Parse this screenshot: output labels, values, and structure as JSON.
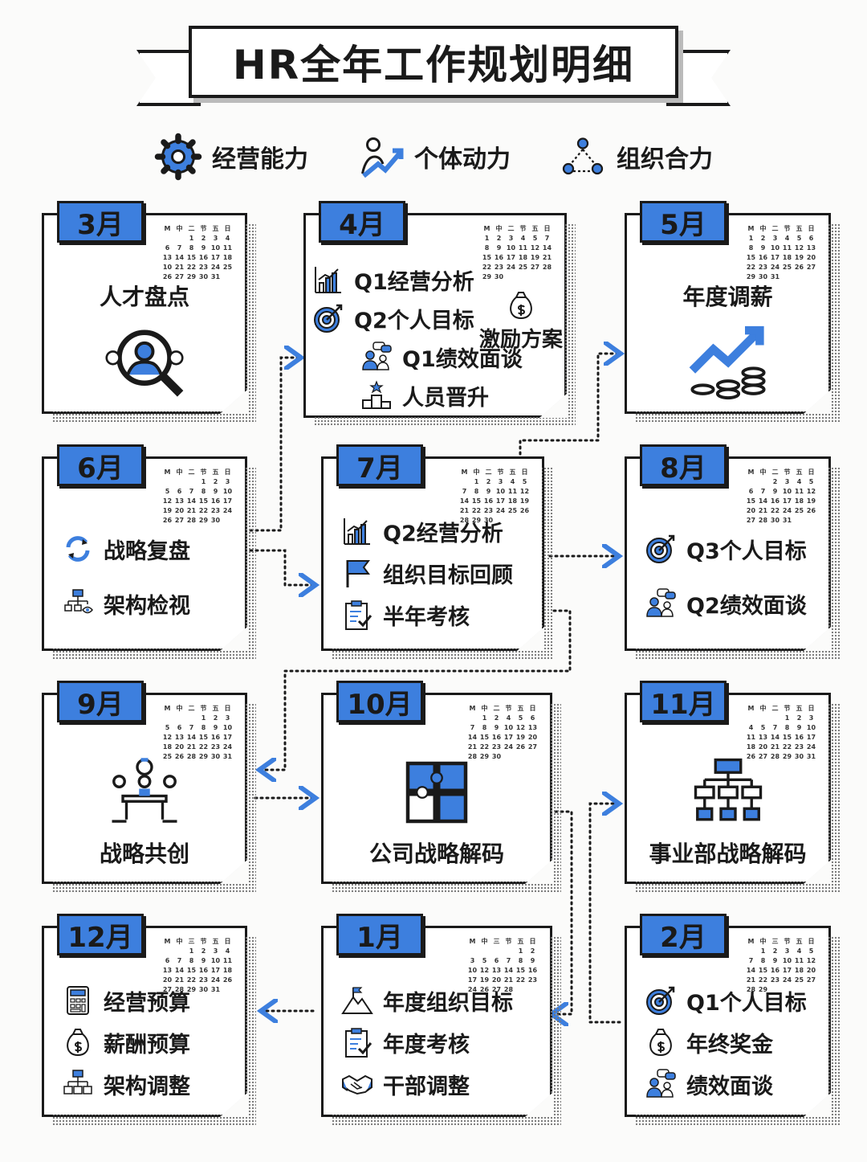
{
  "title": "HR全年工作规划明细",
  "legend": [
    {
      "icon": "gear",
      "label": "经营能力"
    },
    {
      "icon": "growth",
      "label": "个体动力"
    },
    {
      "icon": "network",
      "label": "组织合力"
    }
  ],
  "colors": {
    "accent": "#3d7fde",
    "ink": "#1a1a1a"
  },
  "cards": [
    {
      "month": "3月",
      "cal_header": [
        "M",
        "中",
        "二",
        "节",
        "五",
        "日"
      ],
      "cal": [
        [
          "",
          "",
          "1",
          "2",
          "3",
          "4"
        ],
        [
          "6",
          "7",
          "8",
          "9",
          "10",
          "11"
        ],
        [
          "13",
          "14",
          "15",
          "16",
          "17",
          "18"
        ],
        [
          "10",
          "21",
          "22",
          "23",
          "24",
          "25"
        ],
        [
          "26",
          "27",
          "29",
          "30",
          "31",
          ""
        ]
      ],
      "items": [
        {
          "icon": "talent-search",
          "label": "人才盘点"
        }
      ]
    },
    {
      "month": "4月",
      "cal_header": [
        "M",
        "中",
        "二",
        "节",
        "五",
        "日"
      ],
      "cal": [
        [
          "1",
          "2",
          "3",
          "4",
          "5",
          "7"
        ],
        [
          "8",
          "9",
          "10",
          "11",
          "12",
          "14"
        ],
        [
          "15",
          "16",
          "17",
          "18",
          "19",
          "21"
        ],
        [
          "22",
          "23",
          "24",
          "25",
          "27",
          "28"
        ],
        [
          "29",
          "30",
          "",
          "",
          "",
          ""
        ]
      ],
      "items": [
        {
          "icon": "bar-chart",
          "label": "Q1经营分析"
        },
        {
          "icon": "target",
          "label": "Q2个人目标"
        },
        {
          "icon": "chat-people",
          "label": "Q1绩效面谈"
        },
        {
          "icon": "podium",
          "label": "人员晋升"
        }
      ],
      "side": {
        "icon": "money-bag",
        "label": "激励方案"
      }
    },
    {
      "month": "5月",
      "cal_header": [
        "M",
        "中",
        "二",
        "节",
        "五",
        "日"
      ],
      "cal": [
        [
          "1",
          "2",
          "3",
          "4",
          "5",
          "6"
        ],
        [
          "8",
          "9",
          "10",
          "11",
          "12",
          "13"
        ],
        [
          "15",
          "16",
          "17",
          "18",
          "19",
          "20"
        ],
        [
          "22",
          "23",
          "24",
          "25",
          "26",
          "27"
        ],
        [
          "29",
          "30",
          "31",
          "",
          "",
          ""
        ]
      ],
      "items": [
        {
          "icon": "rising-coins",
          "label": "年度调薪"
        }
      ]
    },
    {
      "month": "6月",
      "cal_header": [
        "M",
        "中",
        "二",
        "节",
        "五",
        "日"
      ],
      "cal": [
        [
          "",
          "",
          "",
          "1",
          "2",
          "3"
        ],
        [
          "5",
          "6",
          "7",
          "8",
          "9",
          "10"
        ],
        [
          "12",
          "13",
          "14",
          "15",
          "16",
          "17"
        ],
        [
          "19",
          "20",
          "21",
          "22",
          "23",
          "24"
        ],
        [
          "26",
          "27",
          "28",
          "29",
          "30",
          ""
        ]
      ],
      "items": [
        {
          "icon": "refresh",
          "label": "战略复盘"
        },
        {
          "icon": "org-eye",
          "label": "架构检视"
        }
      ]
    },
    {
      "month": "7月",
      "cal_header": [
        "M",
        "中",
        "二",
        "节",
        "五",
        "日"
      ],
      "cal": [
        [
          "",
          "1",
          "2",
          "3",
          "4",
          "5"
        ],
        [
          "7",
          "8",
          "9",
          "10",
          "11",
          "12"
        ],
        [
          "14",
          "15",
          "16",
          "17",
          "18",
          "19"
        ],
        [
          "21",
          "22",
          "23",
          "24",
          "25",
          "26"
        ],
        [
          "28",
          "29",
          "30",
          "",
          "",
          ""
        ]
      ],
      "items": [
        {
          "icon": "bar-chart",
          "label": "Q2经营分析"
        },
        {
          "icon": "flag",
          "label": "组织目标回顾"
        },
        {
          "icon": "clipboard",
          "label": "半年考核"
        }
      ]
    },
    {
      "month": "8月",
      "cal_header": [
        "M",
        "中",
        "二",
        "节",
        "五",
        "日"
      ],
      "cal": [
        [
          "",
          "",
          "2",
          "3",
          "4",
          "5"
        ],
        [
          "6",
          "7",
          "9",
          "10",
          "11",
          "12"
        ],
        [
          "15",
          "14",
          "16",
          "17",
          "18",
          "19"
        ],
        [
          "20",
          "21",
          "22",
          "24",
          "25",
          "26"
        ],
        [
          "27",
          "28",
          "30",
          "31",
          "",
          ""
        ]
      ],
      "items": [
        {
          "icon": "target",
          "label": "Q3个人目标"
        },
        {
          "icon": "chat-people",
          "label": "Q2绩效面谈"
        }
      ]
    },
    {
      "month": "9月",
      "cal_header": [
        "M",
        "中",
        "二",
        "节",
        "五",
        "日"
      ],
      "cal": [
        [
          "",
          "",
          "",
          "1",
          "2",
          "3"
        ],
        [
          "5",
          "6",
          "7",
          "8",
          "9",
          "10"
        ],
        [
          "12",
          "13",
          "14",
          "15",
          "16",
          "17"
        ],
        [
          "18",
          "20",
          "21",
          "22",
          "23",
          "24"
        ],
        [
          "25",
          "26",
          "28",
          "29",
          "30",
          "31"
        ]
      ],
      "items": [
        {
          "icon": "meeting",
          "label": "战略共创"
        }
      ]
    },
    {
      "month": "10月",
      "cal_header": [
        "M",
        "中",
        "二",
        "节",
        "五",
        "日"
      ],
      "cal": [
        [
          "",
          "1",
          "2",
          "4",
          "5",
          "6"
        ],
        [
          "7",
          "8",
          "9",
          "10",
          "12",
          "13"
        ],
        [
          "14",
          "15",
          "16",
          "17",
          "19",
          "20"
        ],
        [
          "21",
          "22",
          "23",
          "24",
          "26",
          "27"
        ],
        [
          "28",
          "29",
          "30",
          "",
          "",
          ""
        ]
      ],
      "items": [
        {
          "icon": "puzzle",
          "label": "公司战略解码"
        }
      ]
    },
    {
      "month": "11月",
      "cal_header": [
        "M",
        "中",
        "二",
        "节",
        "五",
        "日"
      ],
      "cal": [
        [
          "",
          "",
          "",
          "1",
          "2",
          "3"
        ],
        [
          "4",
          "5",
          "7",
          "8",
          "9",
          "10"
        ],
        [
          "11",
          "13",
          "14",
          "15",
          "16",
          "17"
        ],
        [
          "18",
          "20",
          "21",
          "22",
          "23",
          "24"
        ],
        [
          "26",
          "27",
          "28",
          "29",
          "30",
          "31"
        ]
      ],
      "items": [
        {
          "icon": "org-flow",
          "label": "事业部战略解码"
        }
      ]
    },
    {
      "month": "12月",
      "cal_header": [
        "M",
        "中",
        "三",
        "节",
        "五",
        "日"
      ],
      "cal": [
        [
          "",
          "",
          "1",
          "2",
          "3",
          "4"
        ],
        [
          "6",
          "7",
          "8",
          "9",
          "10",
          "11"
        ],
        [
          "13",
          "14",
          "15",
          "16",
          "17",
          "18"
        ],
        [
          "20",
          "21",
          "22",
          "23",
          "24",
          "26"
        ],
        [
          "27",
          "28",
          "29",
          "30",
          "31",
          ""
        ]
      ],
      "items": [
        {
          "icon": "calculator",
          "label": "经营预算"
        },
        {
          "icon": "money-bag",
          "label": "薪酬预算"
        },
        {
          "icon": "org-chart",
          "label": "架构调整"
        }
      ]
    },
    {
      "month": "1月",
      "cal_header": [
        "M",
        "中",
        "三",
        "节",
        "五",
        "日"
      ],
      "cal": [
        [
          "",
          "",
          "",
          "",
          "1",
          "2"
        ],
        [
          "3",
          "5",
          "6",
          "7",
          "8",
          "9"
        ],
        [
          "10",
          "12",
          "13",
          "14",
          "15",
          "16"
        ],
        [
          "17",
          "19",
          "20",
          "21",
          "22",
          "23"
        ],
        [
          "24",
          "26",
          "27",
          "28",
          "",
          ""
        ]
      ],
      "items": [
        {
          "icon": "mountain-flag",
          "label": "年度组织目标"
        },
        {
          "icon": "clipboard",
          "label": "年度考核"
        },
        {
          "icon": "handshake",
          "label": "干部调整"
        }
      ]
    },
    {
      "month": "2月",
      "cal_header": [
        "M",
        "中",
        "三",
        "节",
        "五",
        "日"
      ],
      "cal": [
        [
          "",
          "1",
          "2",
          "3",
          "4",
          "5"
        ],
        [
          "7",
          "8",
          "9",
          "10",
          "11",
          "12"
        ],
        [
          "14",
          "15",
          "16",
          "17",
          "18",
          "20"
        ],
        [
          "21",
          "22",
          "23",
          "24",
          "25",
          "27"
        ],
        [
          "28",
          "29",
          "",
          "",
          "",
          ""
        ]
      ],
      "items": [
        {
          "icon": "target",
          "label": "Q1个人目标"
        },
        {
          "icon": "money-bag",
          "label": "年终奖金"
        },
        {
          "icon": "chat-people",
          "label": "绩效面谈"
        }
      ]
    }
  ]
}
